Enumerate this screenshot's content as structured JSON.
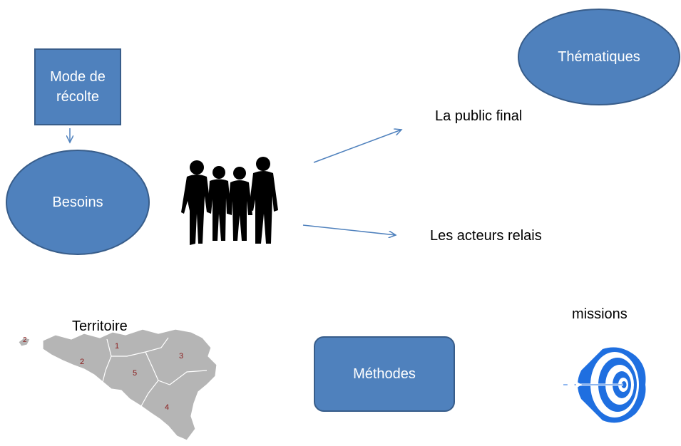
{
  "nodes": {
    "mode_recolte": "Mode de\nrécolte",
    "besoins": "Besoins",
    "thematiques": "Thématiques",
    "methodes": "Méthodes"
  },
  "labels": {
    "public_final": "La public final",
    "acteurs_relais": "Les acteurs relais",
    "territoire": "Territoire",
    "missions": "missions"
  },
  "map": {
    "region_numbers": [
      "1",
      "2",
      "3",
      "4",
      "5",
      "2"
    ]
  },
  "colors": {
    "node_fill": "#4f81bd",
    "node_border": "#385d8a",
    "arrow": "#4f81bd",
    "map_fill": "#b5b5b5",
    "map_numbers": "#8b1a1a",
    "target_blue": "#1f6fe0"
  },
  "icons": [
    "people-silhouette-icon",
    "belgium-map-icon",
    "target-arrow-icon"
  ]
}
